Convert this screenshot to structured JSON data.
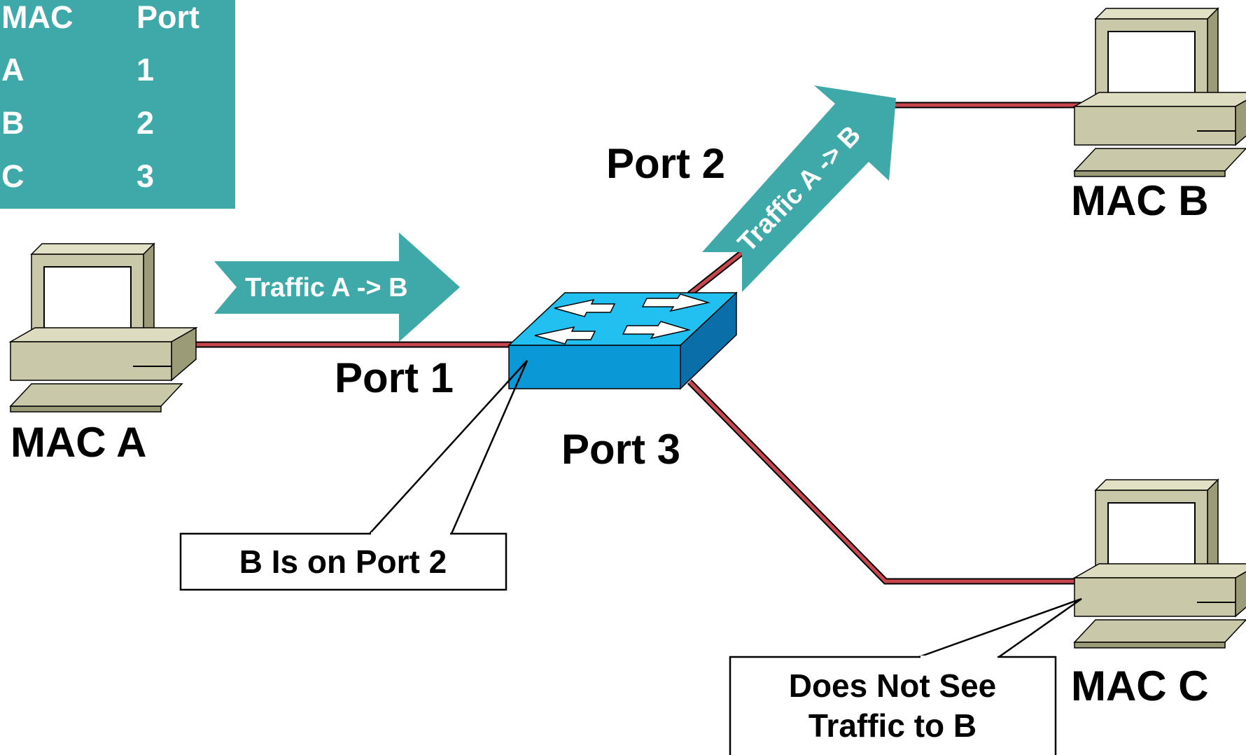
{
  "mac_table": {
    "headers": [
      "MAC",
      "Port"
    ],
    "rows": [
      [
        "A",
        "1"
      ],
      [
        "B",
        "2"
      ],
      [
        "C",
        "3"
      ]
    ]
  },
  "ports": {
    "port1": "Port 1",
    "port2": "Port 2",
    "port3": "Port 3"
  },
  "hosts": {
    "a": "MAC A",
    "b": "MAC B",
    "c": "MAC C"
  },
  "traffic": {
    "to_switch": "Traffic A -> B",
    "to_b": "Traffic A -> B"
  },
  "callouts": {
    "switch_note": "B Is on Port 2",
    "c_note_line1": "Does Not See",
    "c_note_line2": "Traffic to B"
  },
  "colors": {
    "table_bg": "#3fa9a9",
    "arrow": "#3fa9a9",
    "link": "#c8474e",
    "switch_top": "#22c0f0",
    "switch_front": "#0a98d6",
    "switch_side": "#0a6fa8",
    "pc_body": "#c9c8a8"
  }
}
